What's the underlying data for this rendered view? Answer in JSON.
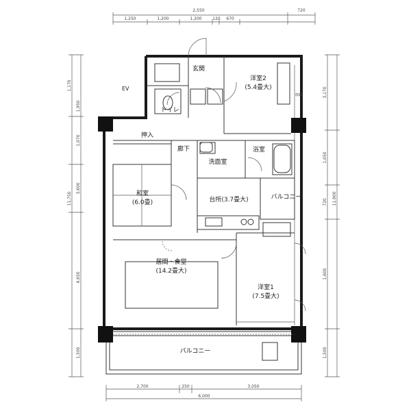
{
  "dimensions": {
    "top_overall": "2,550",
    "top_right": "720",
    "top_segments": [
      "1,250",
      "1,200",
      "1,200",
      "120",
      "670"
    ],
    "bottom_segments": [
      "2,700",
      "250",
      "3,050"
    ],
    "bottom_overall": "6,000",
    "left": [
      "1,170",
      "1,950",
      "1,070",
      "3,600",
      "4,650",
      "1,500"
    ],
    "left_overall": "11,750",
    "right": [
      "3,170",
      "1,050",
      "720",
      "1,600",
      "1,500"
    ],
    "right_overall": "11,900"
  },
  "rooms": {
    "genkan": "玄関",
    "toilet": "トイレ",
    "closet": "押入",
    "hallway": "廊下",
    "washroom": "洗面室",
    "bathroom": "浴室",
    "western2": "洋室2",
    "western2_size": "(5.4畳大)",
    "japanese": "和室",
    "japanese_size": "(6.0畳)",
    "kitchen": "台所(3.7畳大)",
    "balcony_small": "バルコニー",
    "living": "居間・食堂",
    "living_size": "(14.2畳大)",
    "western1": "洋室1",
    "western1_size": "(7.5畳大)",
    "balcony": "バルコニー",
    "storage": "収納"
  },
  "labels": {
    "ev": "EV"
  }
}
